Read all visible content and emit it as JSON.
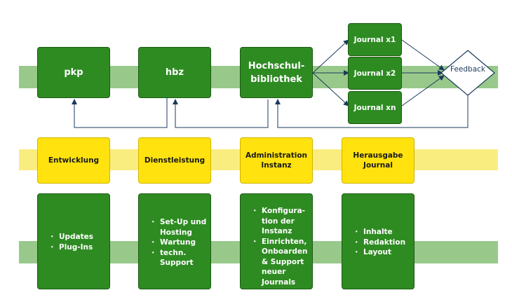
{
  "actors": {
    "pkp": "pkp",
    "hbz": "hbz",
    "hochschul_line1": "Hochschul-",
    "hochschul_line2": "bibliothek"
  },
  "journals": [
    "Journal x1",
    "Journal x2",
    "Journal xn"
  ],
  "feedback": "Feedback",
  "roles": {
    "entwicklung": "Entwicklung",
    "dienstleistung": "Dienstleistung",
    "admin_line1": "Administration",
    "admin_line2": "Instanz",
    "herausgabe_line1": "Herausgabe",
    "herausgabe_line2": "Journal"
  },
  "tasks": {
    "pkp": [
      "Updates",
      "Plug-Ins"
    ],
    "hbz": [
      "Set-Up und",
      "Hosting",
      "Wartung",
      "techn.",
      "Support"
    ],
    "hochschul": [
      "Konfigura-",
      "tion der",
      "Instanz",
      "Einrichten,",
      "Onboarden",
      "& Support",
      "neuer",
      "Journals"
    ],
    "herausgabe": [
      "Inhalte",
      "Redaktion",
      "Layout"
    ]
  },
  "colors": {
    "green_box": "#2e8b22",
    "green_band": "#98c98b",
    "yellow_box": "#ffe20e",
    "yellow_band": "#faed80",
    "arrow": "#1b3a5c"
  }
}
